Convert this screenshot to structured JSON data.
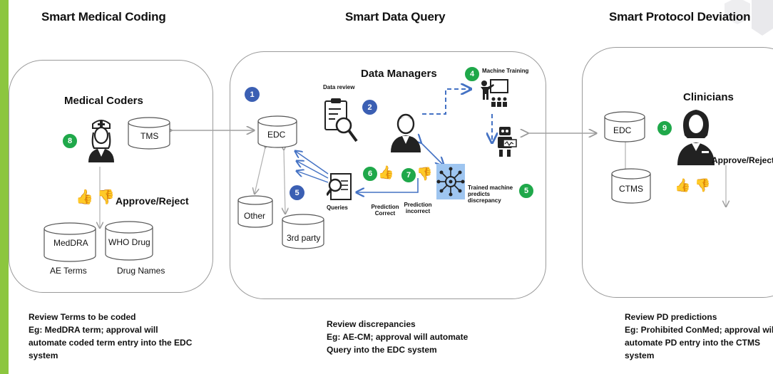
{
  "sections": {
    "left_title": "Smart Medical Coding",
    "mid_title": "Smart Data Query",
    "right_title": "Smart Protocol Deviation"
  },
  "left": {
    "role": "Medical Coders",
    "tms": "TMS",
    "approve": "Approve/Reject",
    "meddra": "MedDRA",
    "whodrug": "WHO Drug",
    "ae_terms": "AE Terms",
    "drug_names": "Drug Names",
    "badge": "8",
    "desc": [
      "Review Terms to be coded",
      "Eg: MedDRA term; approval will",
      "automate coded term entry into the EDC",
      "system"
    ]
  },
  "middle": {
    "role": "Data Managers",
    "edc": "EDC",
    "other": "Other",
    "third_party": "3rd party",
    "data_review": "Data review",
    "machine_training": "Machine Training",
    "queries": "Queries",
    "prediction_correct": "Prediction Correct",
    "prediction_incorrect": "Prediction incorrect",
    "trained_machine": "Trained machine predicts discrepancy",
    "badges": [
      "1",
      "2",
      "4",
      "5",
      "6",
      "7",
      "5"
    ],
    "desc": [
      "Review discrepancies",
      "Eg: AE-CM; approval will automate",
      "Query into the EDC system"
    ]
  },
  "right": {
    "role": "Clinicians",
    "edc": "EDC",
    "ctms": "CTMS",
    "approve": "Approve/Reject",
    "badge": "9",
    "desc": [
      "Review PD predictions",
      "Eg: Prohibited ConMed; approval will",
      "automate PD entry into the CTMS",
      "system"
    ]
  },
  "colors": {
    "accent_green": "#8cc63f",
    "badge_blue": "#3b5fb3",
    "badge_green": "#1fa84a",
    "arrow_blue": "#4472c4"
  }
}
